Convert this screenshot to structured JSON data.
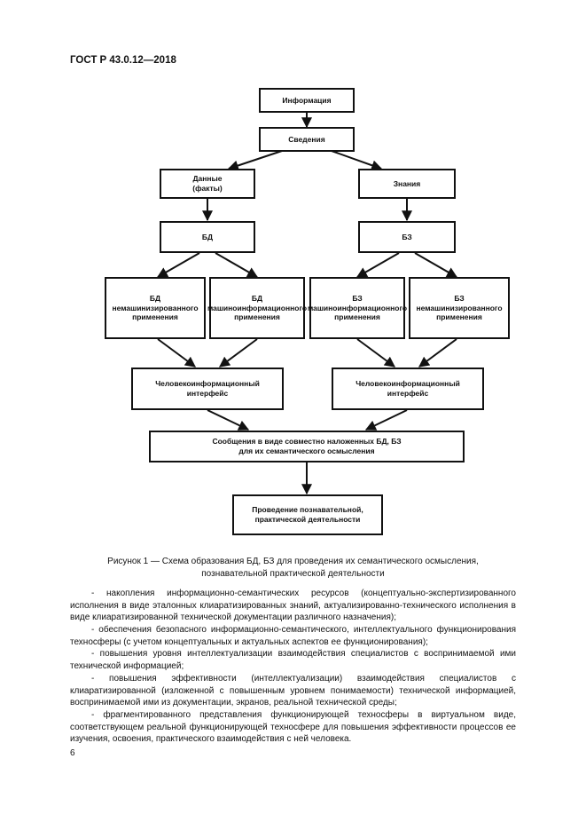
{
  "header": {
    "standard_id": "ГОСТ Р 43.0.12—2018"
  },
  "diagram": {
    "info": "Информация",
    "svedeniya": "Сведения",
    "dannye": "Данные\n(факты)",
    "znaniya": "Знания",
    "bd": "БД",
    "bz": "БЗ",
    "bd_nemashin": "БД\nнемашинизированного\nприменения",
    "bd_mashin": "БД\nмашиноинформационного\nприменения",
    "bz_mashin": "БЗ\nмашиноинформационного\nприменения",
    "bz_nemashin": "БЗ\nнемашинизированного\nприменения",
    "interface_left": "Человекоинформационный\nинтерфейс",
    "interface_right": "Человекоинформационный\nинтерфейс",
    "messages": "Сообщения в виде совместно наложенных БД, БЗ\nдля их семантического осмысления",
    "conduct": "Проведение познавательной,\nпрактической деятельности"
  },
  "caption": "Рисунок 1 — Схема образования БД, БЗ для проведения их семантического осмысления,\nпознавательной практической деятельности",
  "paragraphs": [
    "- накопления информационно-семантических ресурсов (концептуально-экспертизированного исполнения в виде эталонных клиаратизированных знаний, актуализированно-технического исполнения в виде клиаратизированной технической документации различного назначения);",
    "- обеспечения безопасного информационно-семантического, интеллектуального функционирования техносферы (с учетом концептуальных и актуальных аспектов ее функционирования);",
    "- повышения уровня интеллектуализации взаимодействия специалистов с воспринимаемой ими технической информацией;",
    "- повышения эффективности (интеллектуализации) взаимодействия специалистов с клиаратизированной (изложенной с повышенным уровнем понимаемости) технической информацией, воспринимаемой ими из документации, экранов, реальной технической среды;",
    "- фрагментированного представления функционирующей техносферы в виртуальном виде, соответствующем реальной функционирующей техносфере для повышения эффективности процессов ее изучения, освоения, практического взаимодействия с ней человека."
  ],
  "page_number": "6"
}
